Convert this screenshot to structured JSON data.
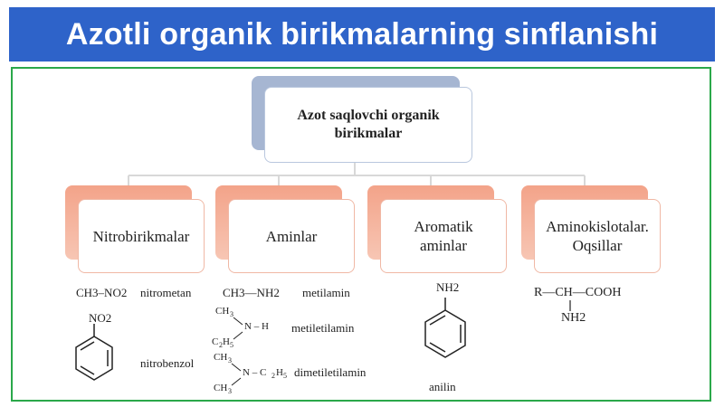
{
  "title": "Azotli organik birikmalarning sinflanishi",
  "root": {
    "label": "Azot saqlovchi organik birikmalar"
  },
  "categories": [
    {
      "label": "Nitrobirikmalar"
    },
    {
      "label": "Aminlar"
    },
    {
      "label": "Aromatik aminlar"
    },
    {
      "label": "Aminokislotalar. Oqsillar"
    }
  ],
  "examples": {
    "nitromethane_formula": "CH3–NO2",
    "nitromethane_name": "nitrometan",
    "nitrobenzene_substituent": "NO2",
    "nitrobenzene_name": "nitrobenzol",
    "methylamine_formula": "CH3—NH2",
    "methylamine_name": "metilamin",
    "methylethylamine_name": "metiletilamin",
    "dimethylethylamine_name": "dimetiletilamin",
    "aniline_substituent": "NH2",
    "aniline_name": "anilin",
    "amino_acid_formula": "R—CH—COOH",
    "amino_acid_group": "NH2"
  },
  "colors": {
    "title_bg": "#2e63c9",
    "frame": "#2aa84a",
    "root_shadow": "#a6b6d2",
    "category_shadow": "#f3a389"
  }
}
